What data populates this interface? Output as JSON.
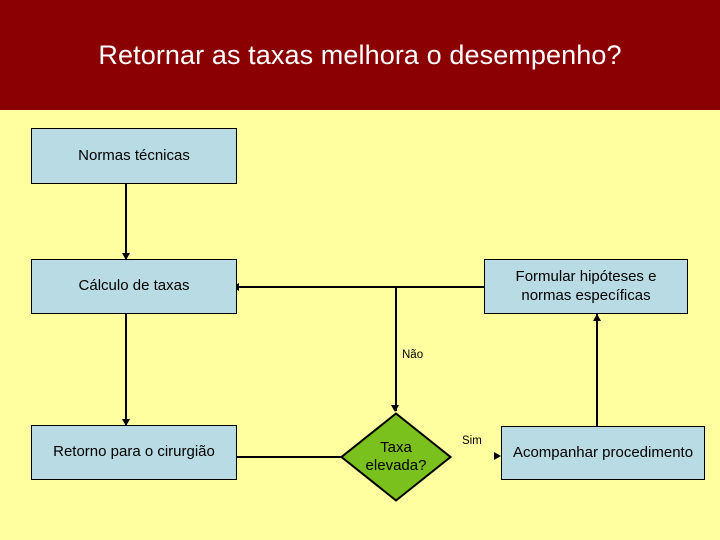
{
  "slide": {
    "title": "Retornar as taxas melhora o desempenho?",
    "background_color": "#ffffa0",
    "banner_color": "#8b0000",
    "title_color": "#ffffff"
  },
  "flowchart": {
    "node_fill_color": "#b9dce4",
    "decision_fill_color": "#7ac11e",
    "border_color": "#000000",
    "nodes": [
      {
        "id": "normas",
        "label": "Normas técnicas",
        "shape": "process"
      },
      {
        "id": "calculo",
        "label": "Cálculo de taxas",
        "shape": "process"
      },
      {
        "id": "formular",
        "label": "Formular hipóteses e normas específicas",
        "shape": "process"
      },
      {
        "id": "retorno",
        "label": "Retorno para o cirurgião",
        "shape": "process"
      },
      {
        "id": "decisao",
        "label": "Taxa\nelevada?",
        "shape": "decision"
      },
      {
        "id": "acompanhar",
        "label": "Acompanhar procedimento",
        "shape": "process"
      }
    ],
    "edge_labels": {
      "nao": "Não",
      "sim": "Sim"
    }
  }
}
